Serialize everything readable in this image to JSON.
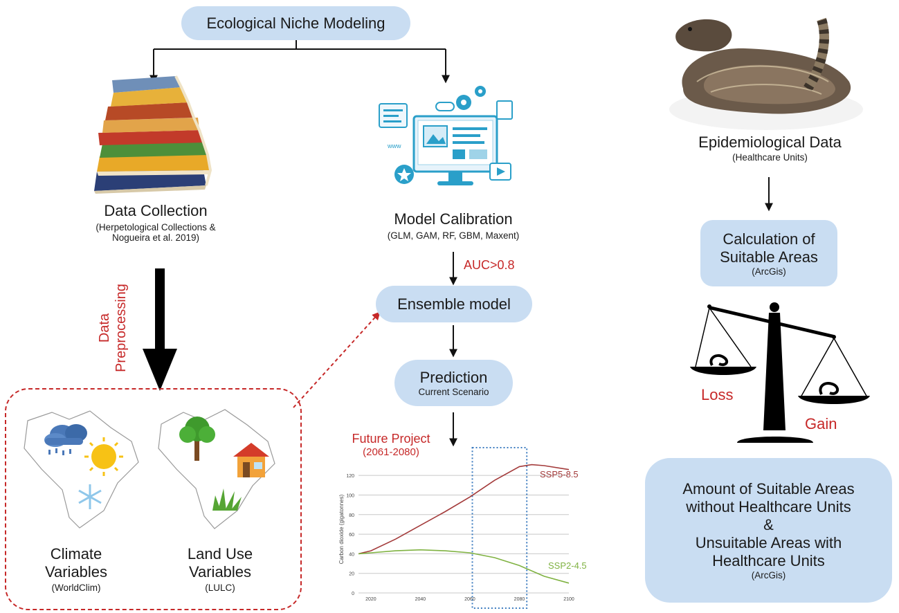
{
  "top": {
    "title": "Ecological Niche Modeling"
  },
  "data_collection": {
    "title": "Data Collection",
    "subtitle_line1": "(Herpetological Collections &",
    "subtitle_line2": "Nogueira et al. 2019)",
    "arrow_label_line1": "Data",
    "arrow_label_line2": "Preprocessing"
  },
  "variables": {
    "climate_line1": "Climate",
    "climate_line2": "Variables",
    "climate_source": "(WorldClim)",
    "landuse_line1": "Land Use",
    "landuse_line2": "Variables",
    "landuse_source": "(LULC)"
  },
  "model": {
    "title": "Model Calibration",
    "algorithms": "(GLM, GAM, RF, GBM, Maxent)",
    "threshold": "AUC>0.8",
    "ensemble": "Ensemble model",
    "prediction": "Prediction",
    "prediction_sub": "Current Scenario",
    "future_line1": "Future Project",
    "future_line2": "(2061-2080)"
  },
  "epi": {
    "title": "Epidemiological Data",
    "subtitle": "(Healthcare Units)",
    "calc_line1": "Calculation of",
    "calc_line2": "Suitable Areas",
    "calc_sub": "(ArcGis)",
    "loss": "Loss",
    "gain": "Gain",
    "result_line1": "Amount of Suitable Areas",
    "result_line2": "without Healthcare Units",
    "result_line3": "&",
    "result_line4": "Unsuitable Areas with",
    "result_line5": "Healthcare Units",
    "result_sub": "(ArcGis)"
  },
  "colors": {
    "pill": "#c9ddf2",
    "accent_red": "#c62828",
    "ssp585": "#a33a3a",
    "ssp245": "#7fb241"
  },
  "chart_data": {
    "type": "line",
    "ylabel": "Carbon dioxide (gigatonnes)",
    "xlabel": "",
    "xlim": [
      2015,
      2100
    ],
    "ylim": [
      0,
      130
    ],
    "x_ticks": [
      2020,
      2040,
      2060,
      2080,
      2100
    ],
    "y_ticks": [
      0,
      20,
      40,
      60,
      80,
      100,
      120
    ],
    "highlight_range": [
      2061,
      2083
    ],
    "series": [
      {
        "name": "SSP5-8.5",
        "color": "#a33a3a",
        "x": [
          2015,
          2020,
          2030,
          2040,
          2050,
          2060,
          2070,
          2080,
          2085,
          2090,
          2100
        ],
        "y": [
          40,
          43,
          55,
          69,
          83,
          98,
          115,
          129,
          131,
          130,
          126
        ]
      },
      {
        "name": "SSP2-4.5",
        "color": "#7fb241",
        "x": [
          2015,
          2020,
          2030,
          2040,
          2050,
          2060,
          2070,
          2080,
          2090,
          2100
        ],
        "y": [
          40,
          41,
          43,
          44,
          43,
          41,
          36,
          28,
          17,
          10
        ]
      }
    ]
  }
}
